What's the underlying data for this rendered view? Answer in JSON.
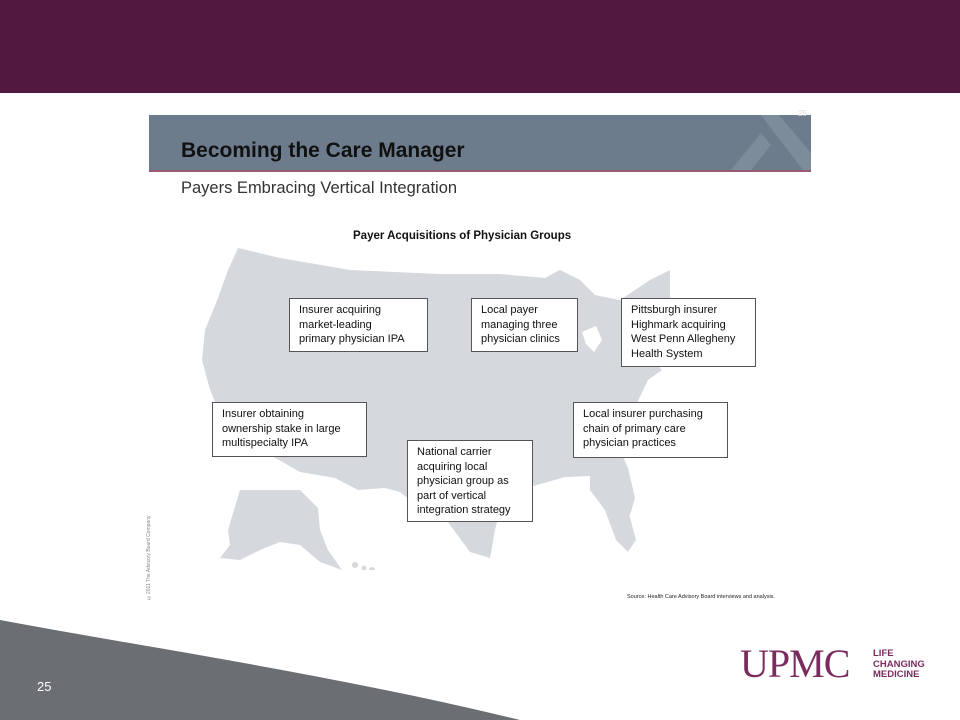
{
  "header": {
    "bar_color": "#521840"
  },
  "slide": {
    "small_page_number": "25",
    "title": "Becoming the Care Manager",
    "subtitle": "Payers Embracing Vertical Integration",
    "band_color": "#6c7c8c"
  },
  "map": {
    "title": "Payer Acquisitions of Physician Groups",
    "callouts": [
      {
        "id": "insurer-ipa",
        "text": "Insurer acquiring\nmarket-leading\nprimary physician IPA"
      },
      {
        "id": "local-payer",
        "text": "Local payer\nmanaging three\nphysician clinics"
      },
      {
        "id": "pittsburgh",
        "text": "Pittsburgh insurer\nHighmark acquiring\nWest Penn Allegheny\nHealth System"
      },
      {
        "id": "ownership-stake",
        "text": "Insurer obtaining\nownership stake in large\nmultispecialty IPA"
      },
      {
        "id": "national-carrier",
        "text": "National carrier\nacquiring local\nphysician group as\npart of vertical\nintegration strategy"
      },
      {
        "id": "primary-care-chain",
        "text": "Local insurer purchasing\nchain of primary care\nphysician practices"
      }
    ],
    "source": "Source: Health Care Advisory Board interviews and analysis.",
    "side_note": "©2011 The Advisory Board Company"
  },
  "footer": {
    "page_number": "25",
    "logo_text": "UPMC",
    "logo_tagline": "LIFE\nCHANGING\nMEDICINE",
    "brand_color": "#7a2c5e"
  }
}
